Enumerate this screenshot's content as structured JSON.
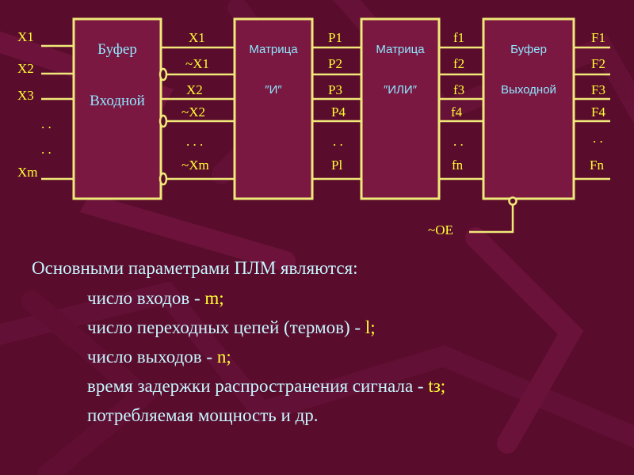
{
  "colors": {
    "background": "#5a0c2c",
    "box_fill": "#7a1842",
    "line": "#f0e878",
    "label_yellow": "#ffff33",
    "label_cyan": "#8ee8ff",
    "text": "#c6f6ff",
    "highlight": "#ffff33"
  },
  "diagram": {
    "inputs": [
      "X1",
      "X2",
      "X3",
      ". .",
      ". .",
      "Xm"
    ],
    "input_buffer": {
      "line1": "Буфер",
      "line2": "Входной"
    },
    "buffer_outputs": [
      "X1",
      "~X1",
      "X2",
      "~X2",
      ". . .",
      "~Xm"
    ],
    "and_matrix": {
      "line1": "Матрица",
      "line2": "″И″"
    },
    "terms": [
      "P1",
      "P2",
      "P3",
      "P4",
      ". .",
      "Pl"
    ],
    "or_matrix": {
      "line1": "Матрица",
      "line2": "″ИЛИ″"
    },
    "functions": [
      "f1",
      "f2",
      "f3",
      "f4",
      ". .",
      "fn"
    ],
    "output_buffer": {
      "line1": "Буфер",
      "line2": "Выходной"
    },
    "outputs": [
      "F1",
      "F2",
      "F3",
      "F4",
      ". .",
      "Fn"
    ],
    "enable": "~OE"
  },
  "text": {
    "heading": "Основными параметрами ПЛМ являются:",
    "bullet_glyph": "",
    "items": [
      {
        "text": "число входов - ",
        "value": "m",
        "suffix": ";"
      },
      {
        "text": "число переходных цепей (термов) - ",
        "value": "l",
        "suffix": ";"
      },
      {
        "text": "число выходов - ",
        "value": "n",
        "suffix": ";"
      },
      {
        "text": "время задержки распространения сигнала - ",
        "value": "tз",
        "suffix": ";"
      },
      {
        "text": "потребляемая мощность и др.",
        "value": "",
        "suffix": ""
      }
    ]
  }
}
